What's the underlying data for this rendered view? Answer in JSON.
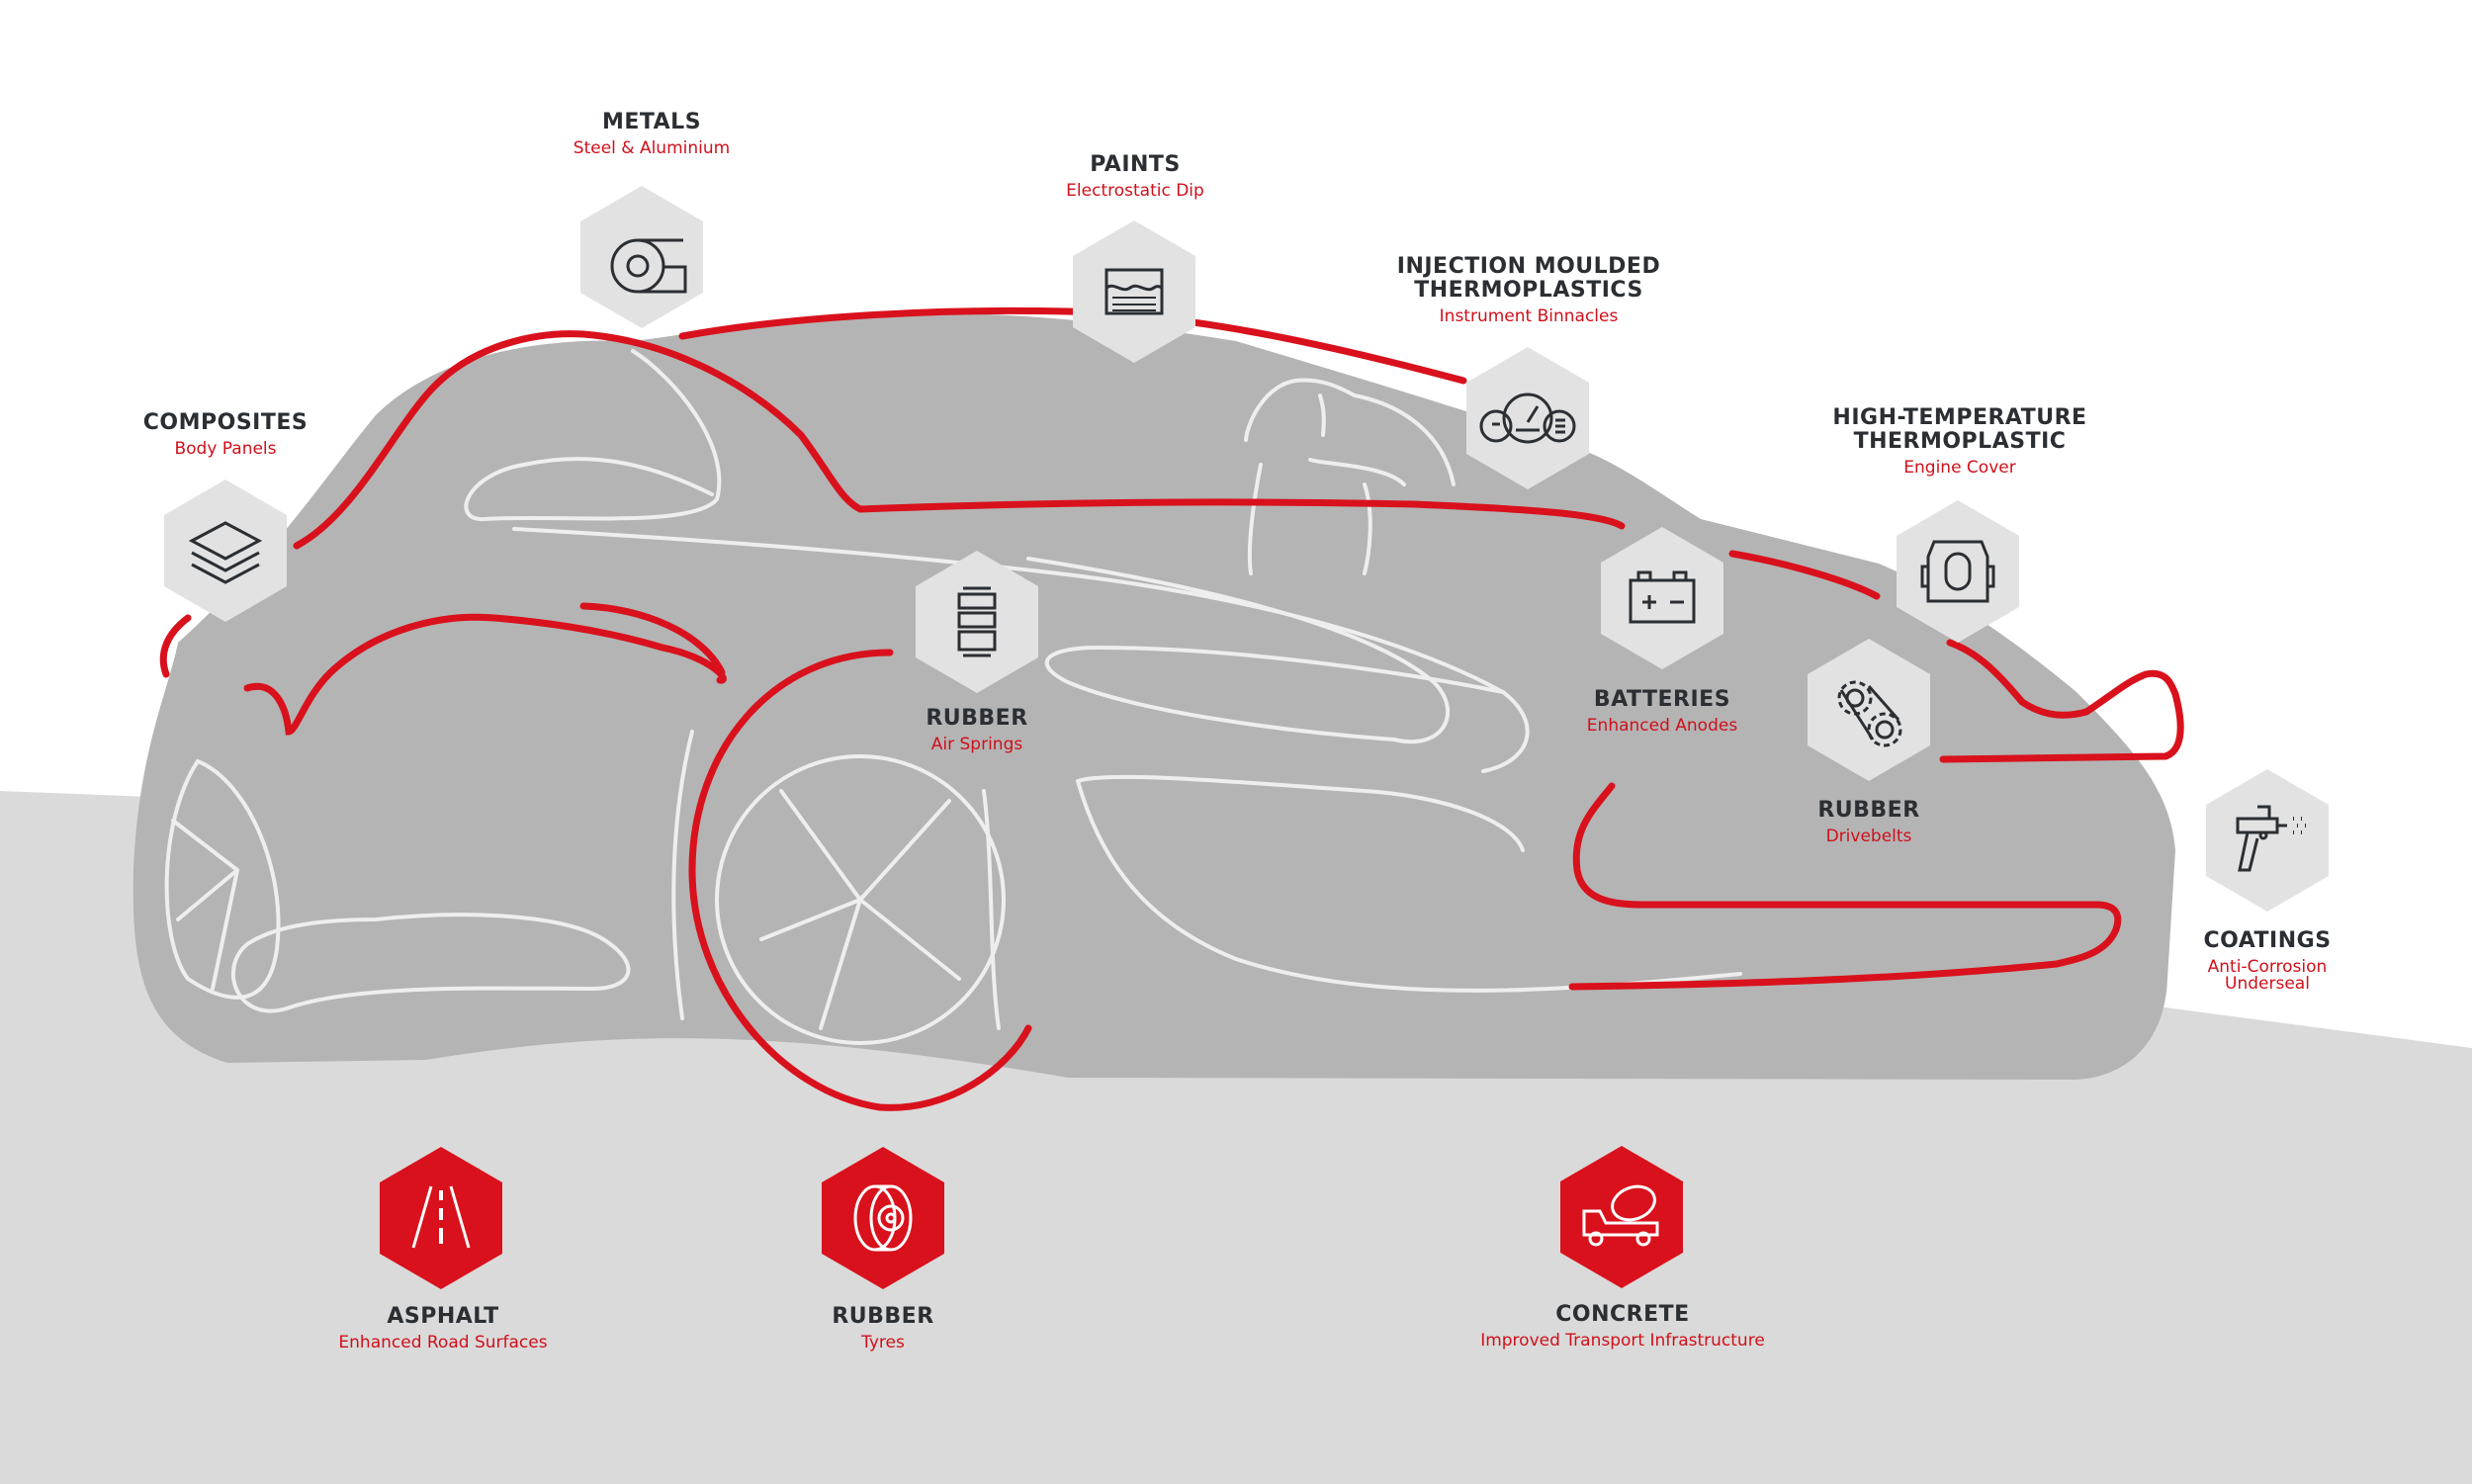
{
  "colors": {
    "accent": "#d9111c",
    "car_body": "#b4b4b4",
    "ground": "#dadada",
    "hex_grey": "#e2e2e2",
    "text_dark": "#2b2f33"
  },
  "items": {
    "metals": {
      "title": "METALS",
      "sub": "Steel & Aluminium",
      "icon": "coil-icon"
    },
    "paints": {
      "title": "PAINTS",
      "sub": "Electrostatic Dip",
      "icon": "paint-bath-icon"
    },
    "injection": {
      "title": "INJECTION MOULDED\nTHERMOPLASTICS",
      "sub": "Instrument Binnacles",
      "icon": "gauge-icon"
    },
    "composites": {
      "title": "COMPOSITES",
      "sub": "Body Panels",
      "icon": "layers-icon"
    },
    "high_temp": {
      "title": "HIGH-TEMPERATURE\nTHERMOPLASTIC",
      "sub": "Engine Cover",
      "icon": "engine-cover-icon"
    },
    "air_springs": {
      "title": "RUBBER",
      "sub": "Air Springs",
      "icon": "air-spring-icon"
    },
    "batteries": {
      "title": "BATTERIES",
      "sub": "Enhanced Anodes",
      "icon": "battery-icon"
    },
    "drivebelts": {
      "title": "RUBBER",
      "sub": "Drivebelts",
      "icon": "gears-icon"
    },
    "coatings": {
      "title": "COATINGS",
      "sub": "Anti-Corrosion\nUnderseal",
      "icon": "spray-gun-icon"
    },
    "asphalt": {
      "title": "ASPHALT",
      "sub": "Enhanced Road Surfaces",
      "icon": "road-icon"
    },
    "tyres": {
      "title": "RUBBER",
      "sub": "Tyres",
      "icon": "tyre-icon"
    },
    "concrete": {
      "title": "CONCRETE",
      "sub": "Improved Transport Infrastructure",
      "icon": "mixer-truck-icon"
    }
  }
}
